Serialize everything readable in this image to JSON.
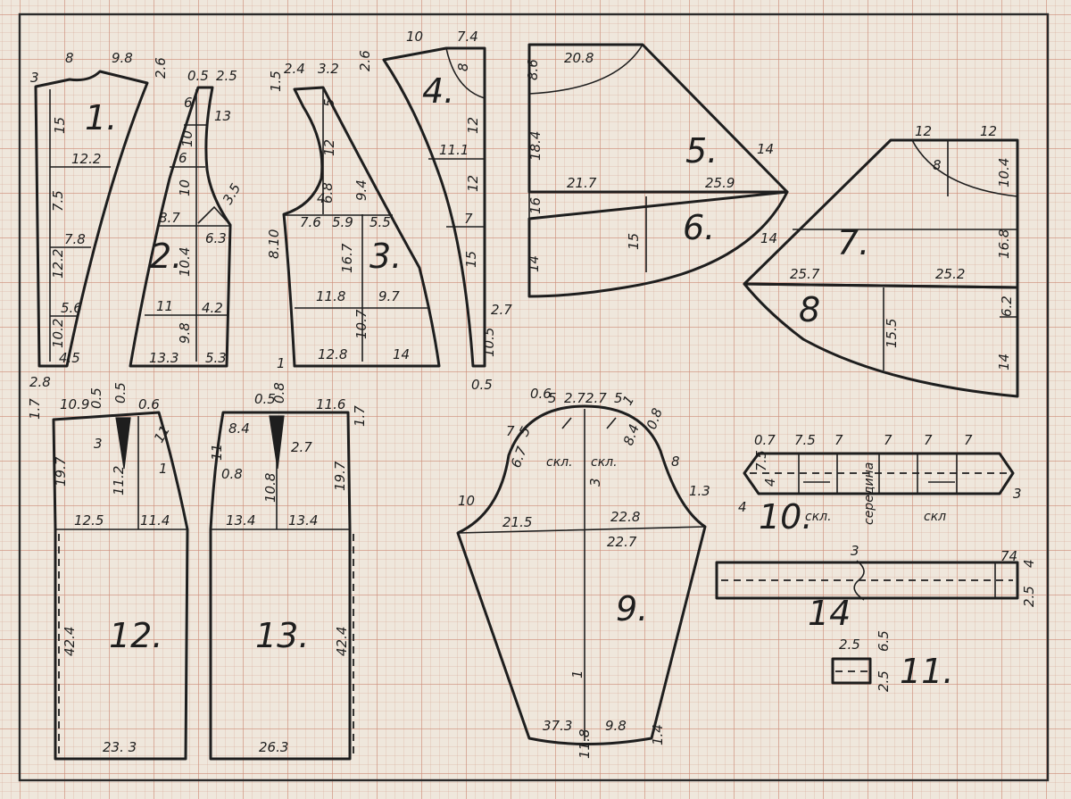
{
  "pieces": [
    {
      "id": "p1",
      "number": "1."
    },
    {
      "id": "p2",
      "number": "2."
    },
    {
      "id": "p3",
      "number": "3."
    },
    {
      "id": "p4",
      "number": "4."
    },
    {
      "id": "p5",
      "number": "5."
    },
    {
      "id": "p6",
      "number": "6."
    },
    {
      "id": "p7",
      "number": "7."
    },
    {
      "id": "p8",
      "number": "8"
    },
    {
      "id": "p9",
      "number": "9."
    },
    {
      "id": "p10",
      "number": "10."
    },
    {
      "id": "p11",
      "number": "11."
    },
    {
      "id": "p12",
      "number": "12."
    },
    {
      "id": "p13",
      "number": "13."
    },
    {
      "id": "p14",
      "number": "14"
    }
  ],
  "words": {
    "fold_1": "скл.",
    "fold_2": "скл.",
    "fold_3": "скл.",
    "fold_4": "скл",
    "middle": "середина"
  },
  "labels": [
    "3",
    "8",
    "9.8",
    "2.6",
    "15",
    "12.2",
    "7.5",
    "7.8",
    "12.2",
    "5.6",
    "10.2",
    "4.5",
    "2.8",
    "0.5",
    "2.5",
    "6",
    "13",
    "10",
    "6",
    "10",
    "8.7",
    "3.5",
    "6.3",
    "10.4",
    "11",
    "4.2",
    "9.8",
    "13.3",
    "5.3",
    "2.4",
    "3.2",
    "1.5",
    "5",
    "12",
    "4",
    "6.8",
    "9.4",
    "7.6",
    "5.9",
    "5.5",
    "8.10",
    "16.7",
    "11.8",
    "9.7",
    "10.7",
    "12.8",
    "14",
    "1",
    "2.6",
    "10",
    "7.4",
    "8",
    "11.1",
    "12",
    "12",
    "7",
    "15",
    "2.7",
    "10.5",
    "0.5",
    "8.6",
    "20.8",
    "18.4",
    "14",
    "21.7",
    "25.9",
    "16",
    "15",
    "14",
    "12",
    "12",
    "8",
    "10.4",
    "14",
    "16.8",
    "25.7",
    "25.2",
    "15.5",
    "6.2",
    "14",
    "10.9",
    "0.5",
    "0.5",
    "0.6",
    "1.7",
    "3",
    "11",
    "19.7",
    "11.2",
    "1",
    "12.5",
    "11.4",
    "42.4",
    "23. 3",
    "0.5",
    "0.8",
    "11.6",
    "1.7",
    "8.4",
    "11",
    "2.7",
    "0.8",
    "10.8",
    "19.7",
    "13.4",
    "13.4",
    "42.4",
    "26.3",
    "0.6",
    "5",
    "2.7",
    "2.7",
    "5",
    "1",
    "7",
    "5",
    "0.8",
    "8.4",
    "6.7",
    "8",
    "10",
    "1.3",
    "3",
    "21.5",
    "22.8",
    "22.7",
    "1",
    "37.3",
    "9.8",
    "11.8",
    "1.4",
    "0.7",
    "7.5",
    "7",
    "7",
    "7",
    "7",
    "7.5",
    "4",
    "4",
    "3",
    "3",
    "74",
    "4",
    "2.5",
    "2.5",
    "6.5",
    "2.5",
    "2.5"
  ]
}
